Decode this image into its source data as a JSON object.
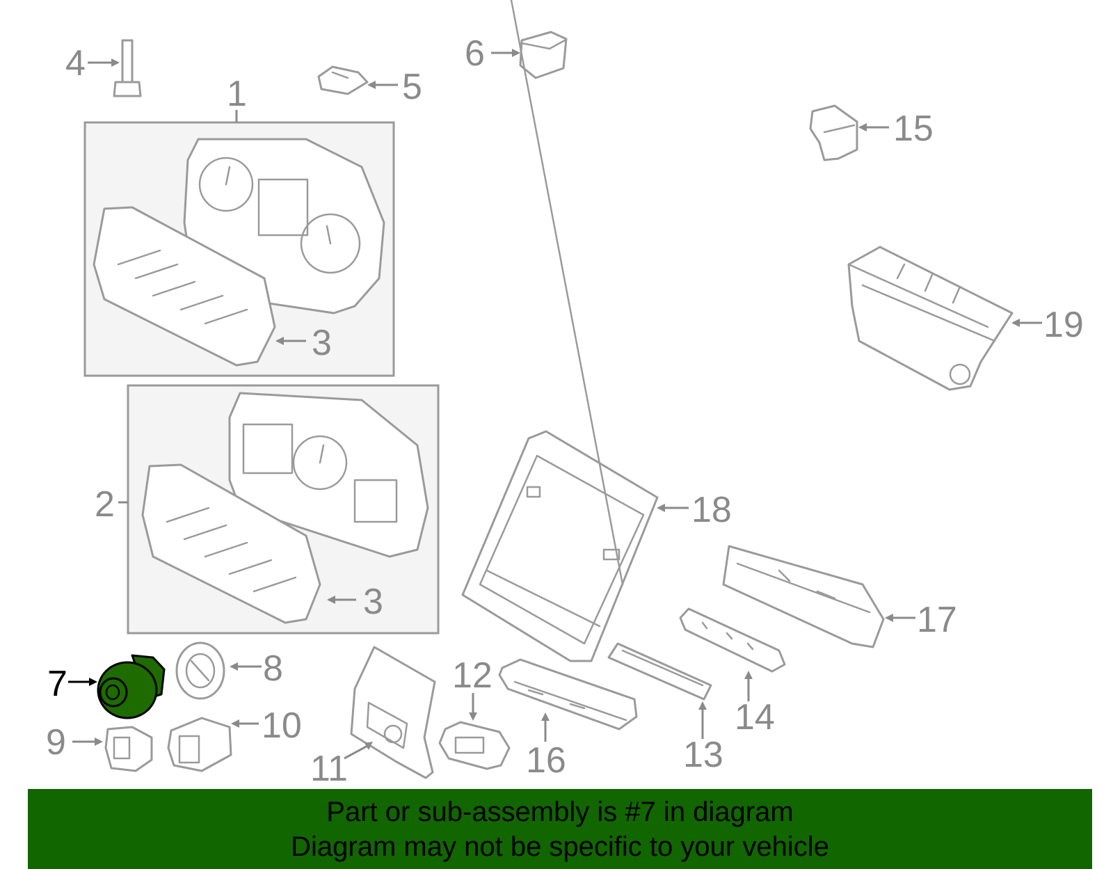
{
  "diagram": {
    "highlight_part": "7",
    "callouts": [
      "1",
      "2",
      "3",
      "3",
      "4",
      "5",
      "6",
      "7",
      "8",
      "9",
      "10",
      "11",
      "12",
      "13",
      "14",
      "15",
      "16",
      "17",
      "18",
      "19"
    ]
  },
  "colors": {
    "banner_bg": "#116600",
    "highlight_fill": "#1e6b00",
    "line_gray": "#9a9a9a"
  },
  "banner": {
    "line1": "Part or sub-assembly is #7 in diagram",
    "line2": "Diagram may not be specific to your vehicle"
  }
}
